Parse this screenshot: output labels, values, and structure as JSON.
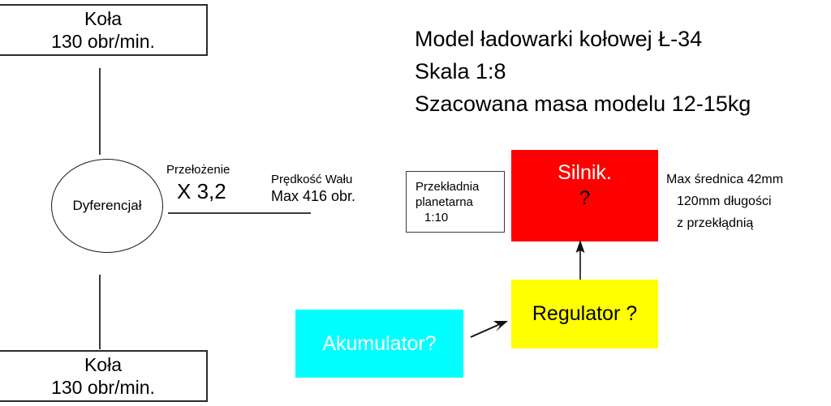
{
  "title_block": {
    "line1": "Model ładowarki kołowej Ł-34",
    "line2": "Skala 1:8",
    "line3": "Szacowana masa modelu 12-15kg"
  },
  "wheels_top": {
    "line1": "Koła",
    "line2": "130 obr/min."
  },
  "wheels_bottom": {
    "line1": "Koła",
    "line2": "130 obr/min."
  },
  "differential": {
    "label": "Dyferencjał"
  },
  "ratio": {
    "caption": "Przełożenie",
    "value": "X 3,2"
  },
  "shaft_speed": {
    "caption": "Prędkość Wału",
    "value": "Max 416 obr."
  },
  "planetary_gear": {
    "line1": "Przekładnia",
    "line2": "planetarna",
    "line3": "1:10"
  },
  "motor": {
    "label": "Silnik.",
    "question": "?",
    "color": "#ff0000",
    "text_color": "#ffffff"
  },
  "motor_spec": {
    "line1": "Max średnica 42mm",
    "line2": "120mm długości",
    "line3": "z przekłądnią"
  },
  "regulator": {
    "label": "Regulator ?",
    "color": "#ffff00",
    "text_color": "#000000"
  },
  "accumulator": {
    "label": "Akumulator?",
    "color": "#00ffff",
    "text_color": "#ffffff"
  },
  "connectors": {
    "line_color": "#3a3a3a",
    "arrow_battery_to_regulator": "arrow-right-icon",
    "arrow_regulator_to_motor": "arrow-up-icon"
  }
}
